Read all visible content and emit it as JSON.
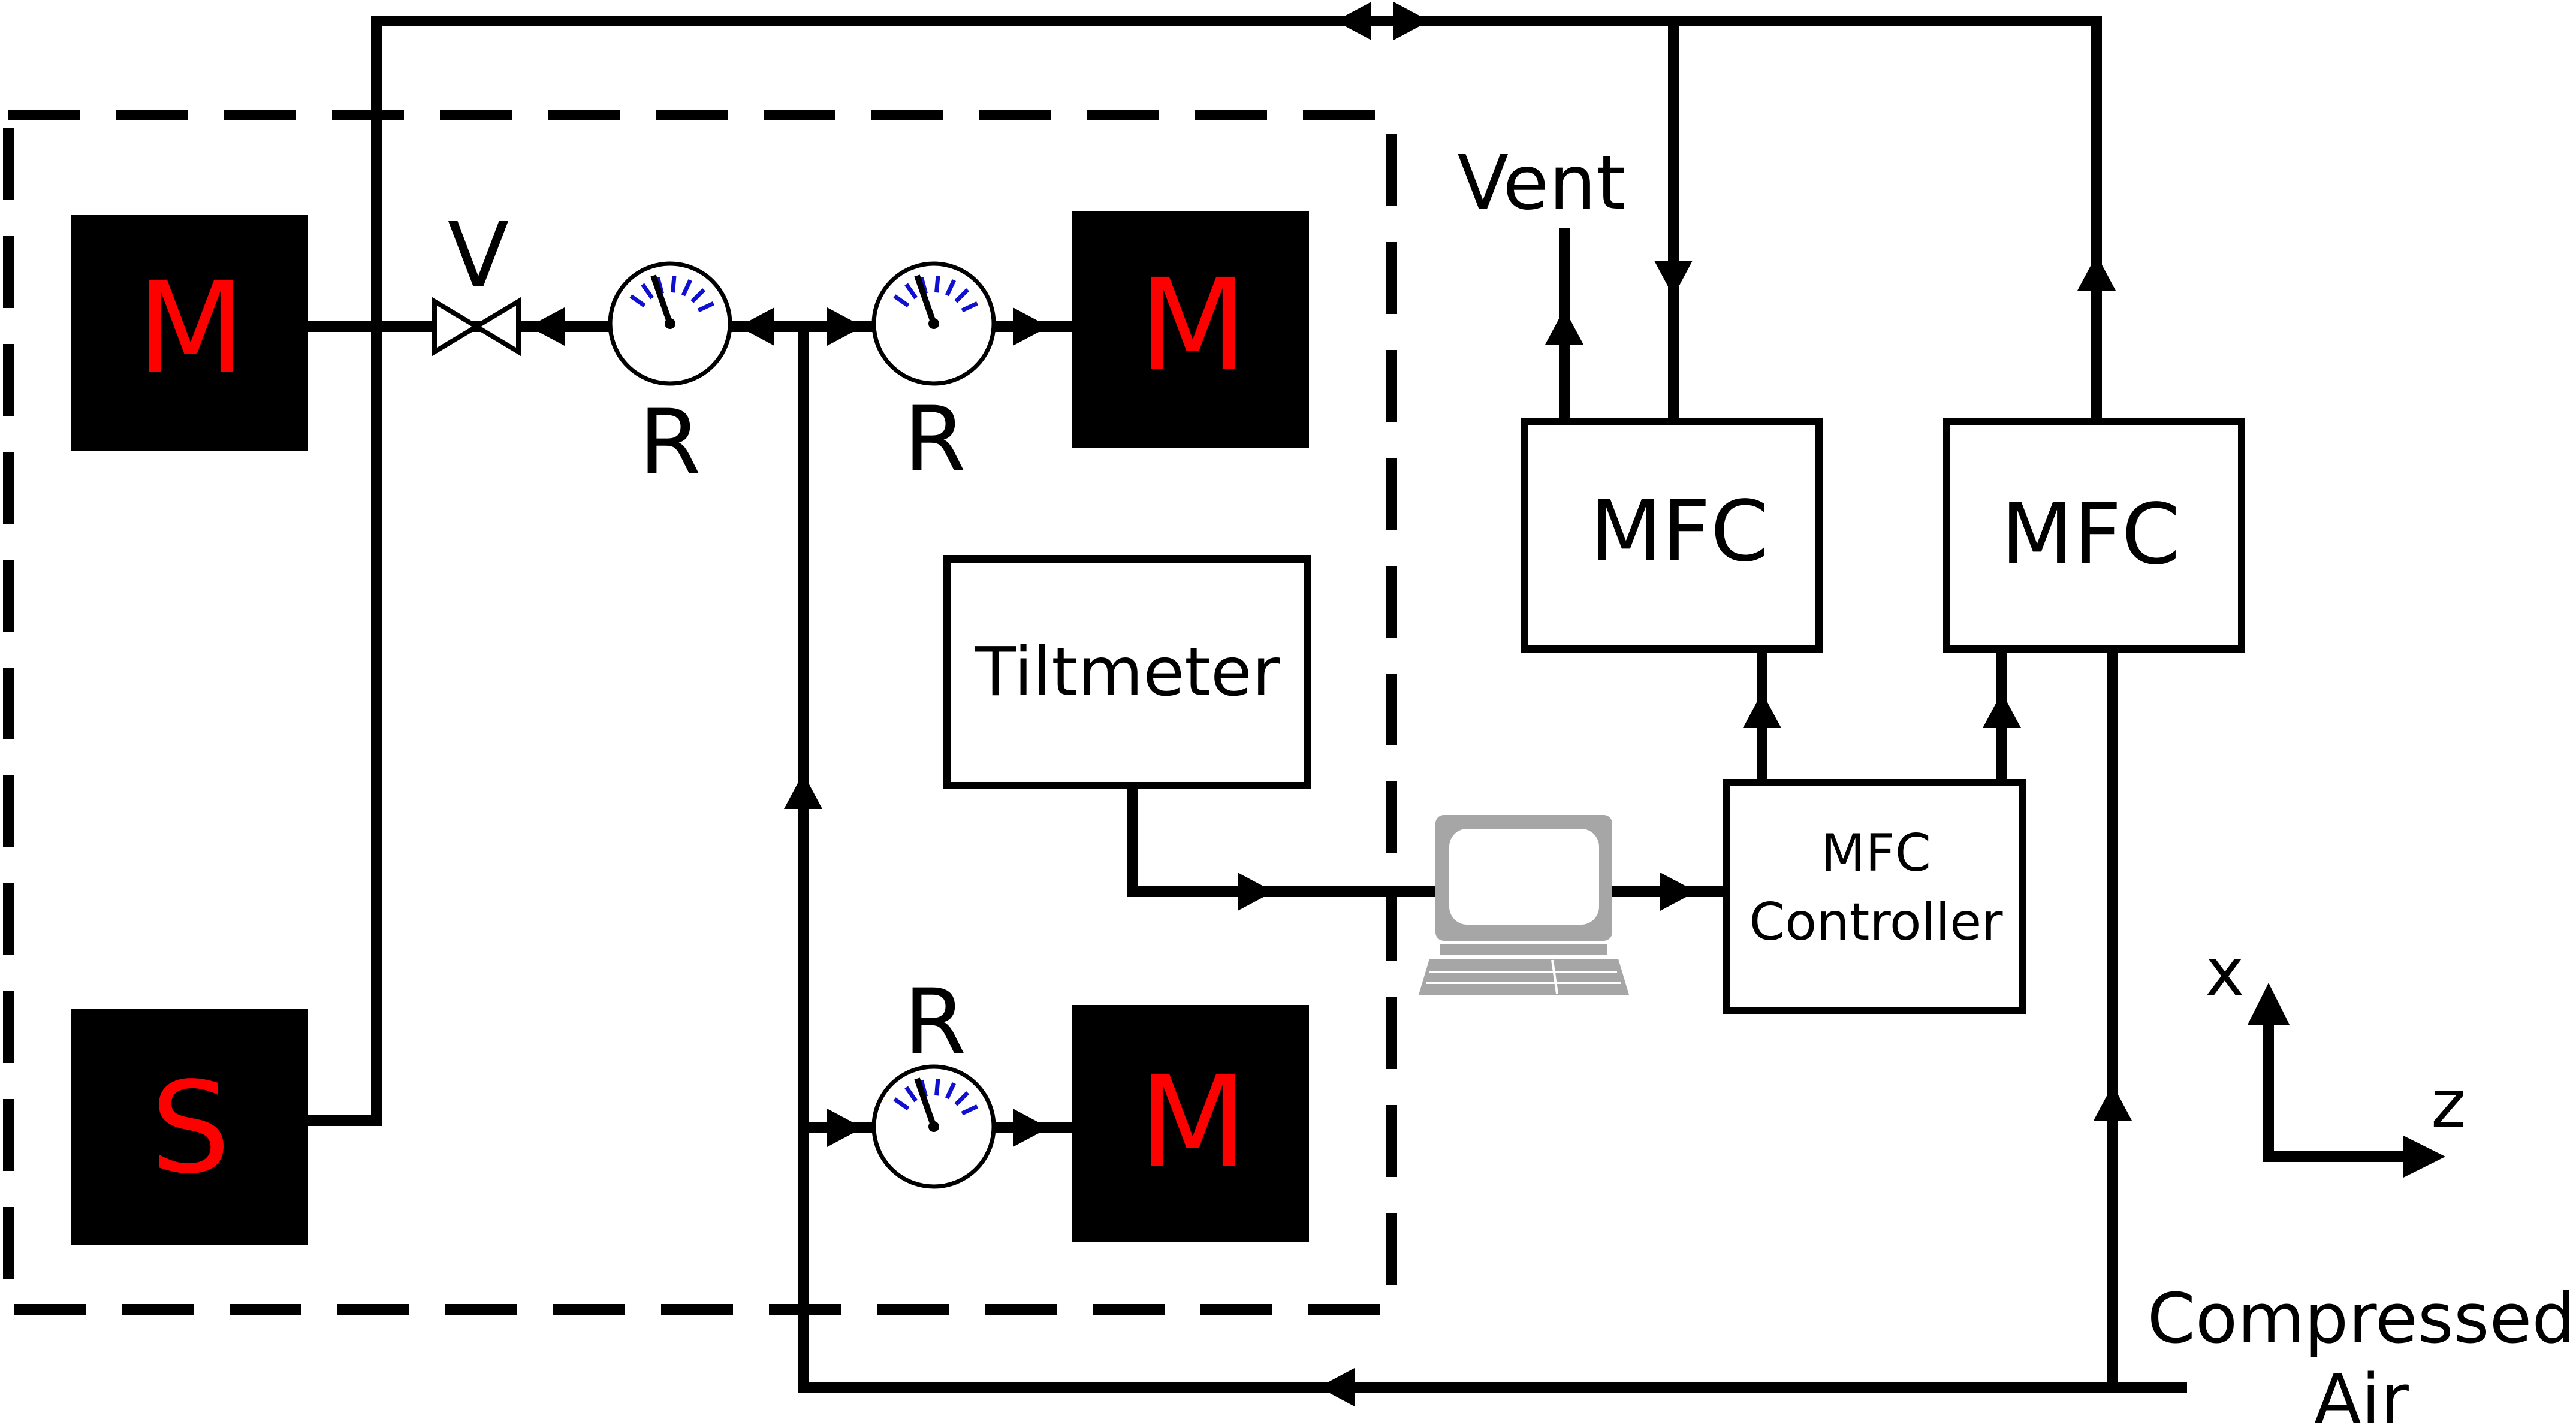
{
  "labels": {
    "valve": "V",
    "regulator_upper_left": "R",
    "regulator_upper_right": "R",
    "regulator_lower": "R",
    "vent": "Vent",
    "mfc_left": "MFC",
    "mfc_right": "MFC",
    "tiltmeter": "Tiltmeter",
    "mfc_controller_line1": "MFC",
    "mfc_controller_line2": "Controller",
    "compressed_line1": "Compressed",
    "compressed_line2": "Air",
    "axis_x": "x",
    "axis_z": "z"
  },
  "blocks": {
    "master_top_left": "M",
    "master_top_right": "M",
    "slave_bottom_left": "S",
    "master_bottom_right": "M"
  },
  "colors": {
    "line": "#000000",
    "block_fill": "#000000",
    "block_text": "#ff0000",
    "gauge_ticks": "#1010d0",
    "computer": "#a6a6a6"
  },
  "icons": {
    "valve": "valve-icon",
    "gauge": "pressure-gauge-icon",
    "computer": "computer-icon"
  }
}
